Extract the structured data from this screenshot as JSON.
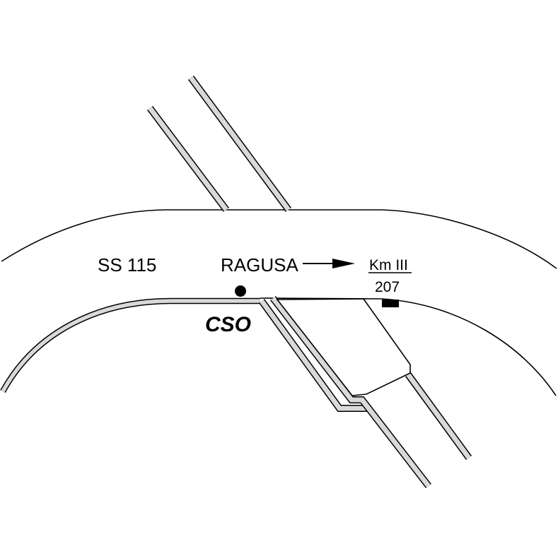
{
  "labels": {
    "road": "SS 115",
    "destination": "RAGUSA",
    "km_label": "Km III",
    "km_value": "207",
    "site": "CSO"
  },
  "colors": {
    "line": "#000000",
    "road_fill": "#d9d9d9",
    "background": "#ffffff"
  },
  "icons": {
    "direction_arrow": "arrow-right-icon",
    "site_marker": "filled-circle-dot",
    "km_marker": "filled-rectangle"
  }
}
